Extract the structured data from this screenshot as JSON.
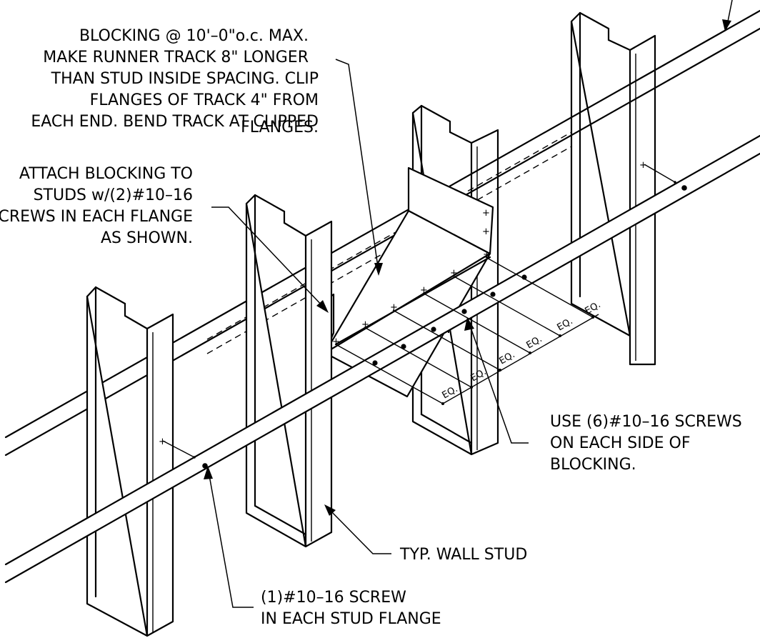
{
  "notes": {
    "blocking_spacing": {
      "lines": [
        "BLOCKING @ 10'–0\"o.c. MAX.",
        "MAKE RUNNER TRACK 8\" LONGER",
        "THAN STUD INSIDE SPACING. CLIP",
        "FLANGES OF TRACK 4\" FROM",
        "EACH END. BEND TRACK AT CLIPPED",
        "FLANGES."
      ]
    },
    "attach_blocking": {
      "lines": [
        "ATTACH BLOCKING TO",
        "STUDS w/(2)#10–16",
        "SCREWS IN EACH FLANGE",
        "AS SHOWN."
      ]
    },
    "use_screws": {
      "lines": [
        "USE (6)#10–16 SCREWS",
        "ON EACH SIDE OF",
        "BLOCKING."
      ]
    },
    "wall_stud": {
      "lines": [
        "TYP. WALL STUD"
      ]
    },
    "stud_flange_screw": {
      "lines": [
        "(1)#10–16 SCREW",
        "IN EACH STUD FLANGE"
      ]
    }
  },
  "dimension_labels": [
    "EQ.",
    "EQ.",
    "EQ.",
    "EQ.",
    "EQ.",
    "EQ."
  ]
}
